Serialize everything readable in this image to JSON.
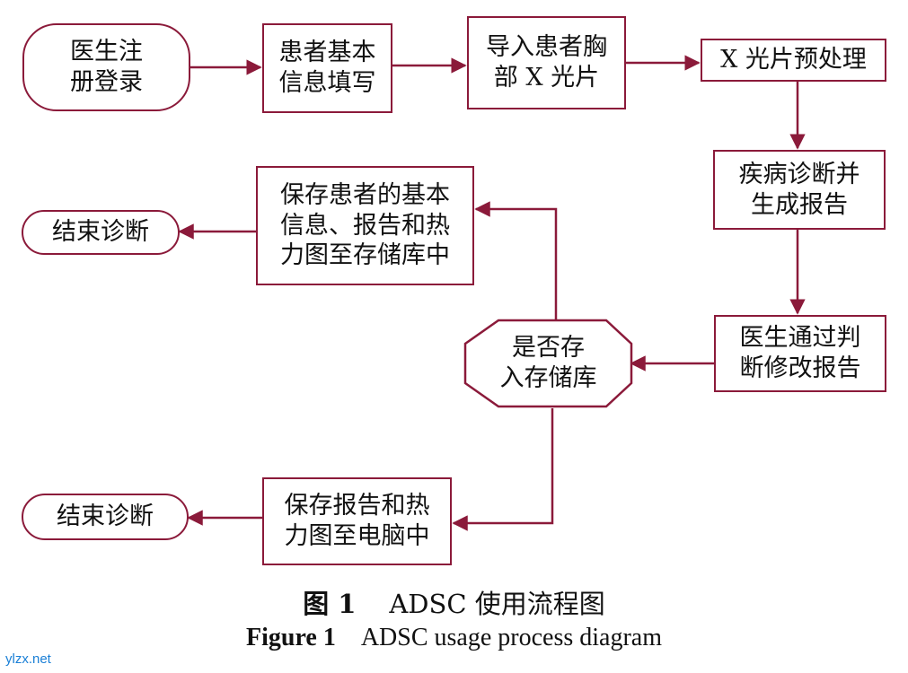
{
  "nodes": {
    "doctor_login": [
      "医生注",
      "册登录"
    ],
    "patient_info": [
      "患者基本",
      "信息填写"
    ],
    "import_xray": [
      "导入患者胸",
      "部 X 光片"
    ],
    "xray_preprocess": [
      "X 光片预处理"
    ],
    "diagnose_report": [
      "疾病诊断并",
      "生成报告"
    ],
    "doctor_revise": [
      "医生通过判",
      "断修改报告"
    ],
    "save_decision": [
      "是否存",
      "入存储库"
    ],
    "save_to_db": [
      "保存患者的基本",
      "信息、报告和热",
      "力图至存储库中"
    ],
    "save_to_pc": [
      "保存报告和热",
      "力图至电脑中"
    ],
    "end_top": [
      "结束诊断"
    ],
    "end_bottom": [
      "结束诊断"
    ]
  },
  "caption": {
    "cn_label": "图 1",
    "cn_text": "ADSC 使用流程图",
    "en_label": "Figure 1",
    "en_text": "ADSC usage process diagram"
  },
  "watermark": "ylzx.net",
  "colors": {
    "border": "#8b1a3a",
    "arrow": "#8b1a3a",
    "watermark": "#1a7fd6"
  }
}
